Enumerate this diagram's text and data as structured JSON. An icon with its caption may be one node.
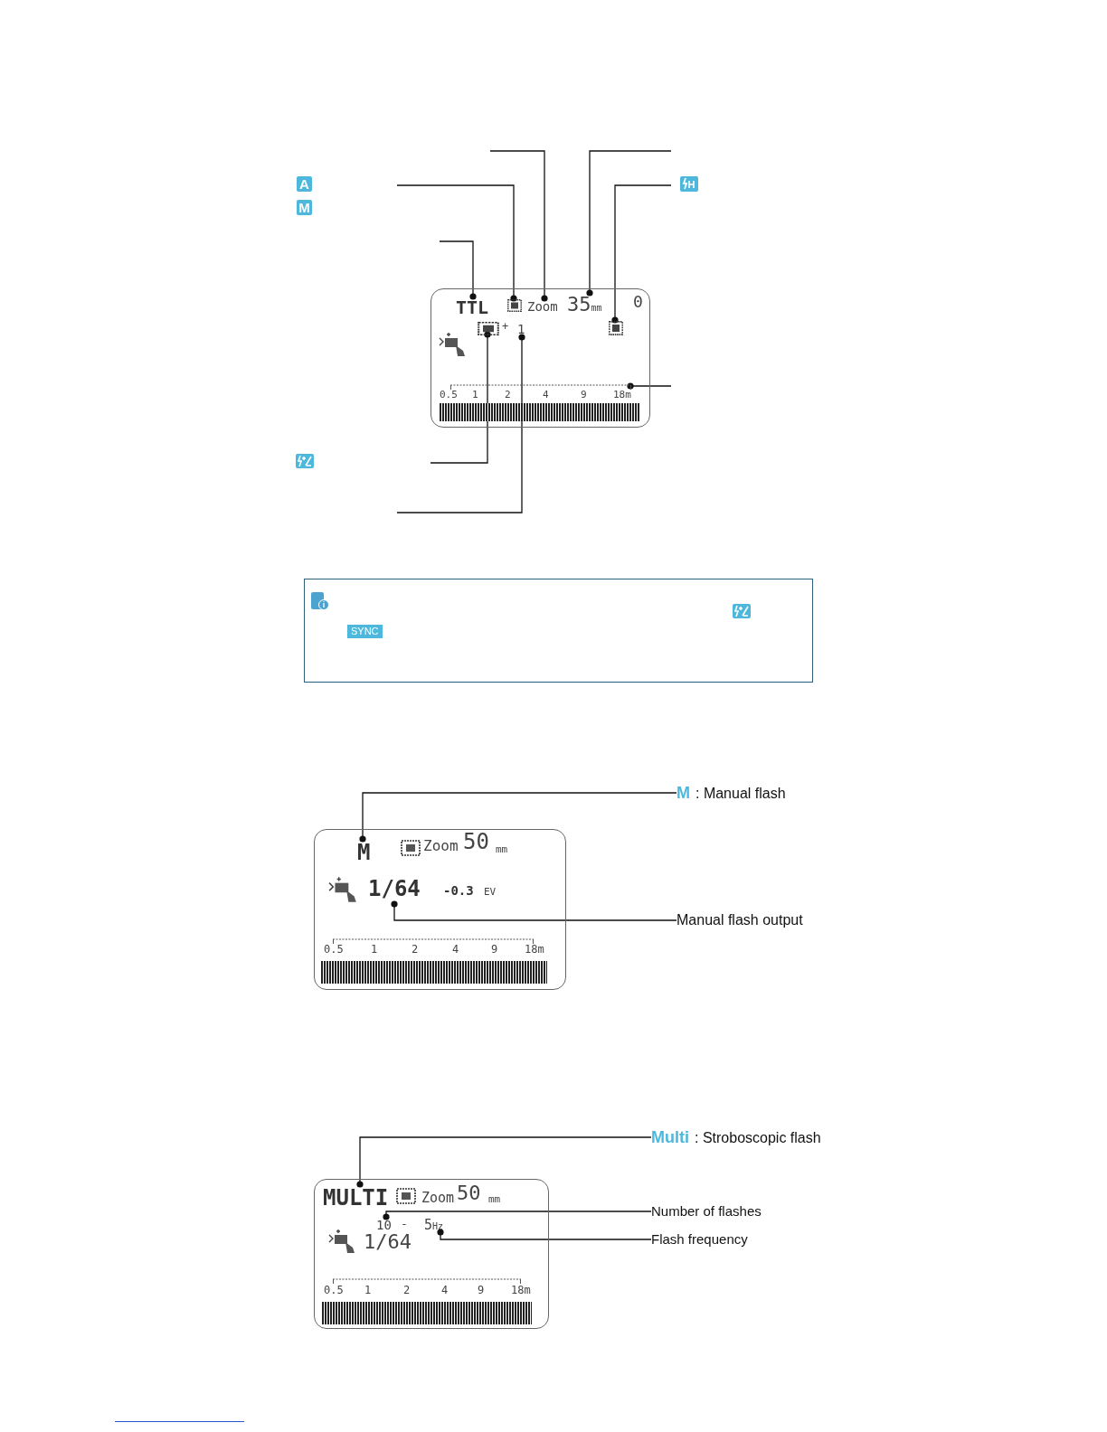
{
  "diagram": {
    "nodes": [
      {
        "text": [],
        "shape": "box"
      },
      {
        "text": [
          "TTL"
        ],
        "in": 0
      },
      {
        "text": [],
        "shape": "box",
        "in": 0
      },
      {
        "text": [
          "Zoom"
        ],
        "in": 0
      },
      {
        "text": [
          "35",
          "mm"
        ],
        "in": 0
      },
      {
        "text": [],
        "shape": "box",
        "in": 0
      },
      {
        "text": [],
        "shape": "box",
        "in": 0
      },
      {
        "text": [
          "1"
        ],
        "in": 0
      },
      {
        "text": [],
        "shape": "bar",
        "in": 0
      },
      {
        "text": [],
        "shape": "box"
      },
      {
        "text": [
          "M"
        ],
        "in": 9
      },
      {
        "text": [
          "1/64"
        ],
        "in": 9
      },
      {
        "text": [
          "M",
          ": Manual flash"
        ]
      },
      {
        "text": [
          "Manual flash output"
        ]
      },
      {
        "text": [],
        "shape": "box"
      },
      {
        "text": [
          "MULTI"
        ],
        "in": 14
      },
      {
        "text": [
          "10"
        ],
        "in": 14
      },
      {
        "text": [
          "5",
          "Hz"
        ],
        "in": 14
      },
      {
        "text": [
          "Multi",
          ": Stroboscopic flash"
        ]
      },
      {
        "text": [
          "Number of flashes"
        ]
      },
      {
        "text": [
          "Flash frequency"
        ]
      },
      {
        "text": [],
        "shape": "bar",
        "in": 0
      },
      {
        "text": [],
        "shape": "bar",
        "in": 9
      },
      {
        "text": [],
        "shape": "bar",
        "in": 14
      }
    ],
    "edges": [
      {
        "from": null,
        "to": 3,
        "arrow": "other"
      },
      {
        "from": null,
        "to": 2,
        "arrow": "other"
      },
      {
        "from": null,
        "to": 1,
        "arrow": "other"
      },
      {
        "from": null,
        "to": 4,
        "arrow": "other"
      },
      {
        "from": null,
        "to": 5,
        "arrow": "other"
      },
      {
        "from": null,
        "to": 8,
        "arrow": "other"
      },
      {
        "from": null,
        "to": 6,
        "arrow": "other"
      },
      {
        "from": null,
        "to": 7,
        "arrow": "other"
      },
      {
        "from": 12,
        "to": 10,
        "arrow": "other"
      },
      {
        "from": 13,
        "to": 11,
        "arrow": "other"
      },
      {
        "from": 18,
        "to": 15,
        "arrow": "other"
      },
      {
        "from": 19,
        "to": 16,
        "arrow": "other"
      },
      {
        "from": 20,
        "to": 17,
        "arrow": "other"
      }
    ],
    "labels": [
      "A",
      "M",
      "0",
      "+",
      "0.5",
      "1",
      "2",
      "4",
      "9",
      "18m",
      "SYNC",
      "Zoom",
      "50",
      "mm",
      "-0.3",
      "EV",
      "0.5",
      "1",
      "2",
      "4",
      "9",
      "18m",
      "Zoom",
      "50",
      "mm",
      "-",
      "1/64",
      "0.5",
      "1",
      "2",
      "4",
      "9",
      "18m"
    ]
  }
}
